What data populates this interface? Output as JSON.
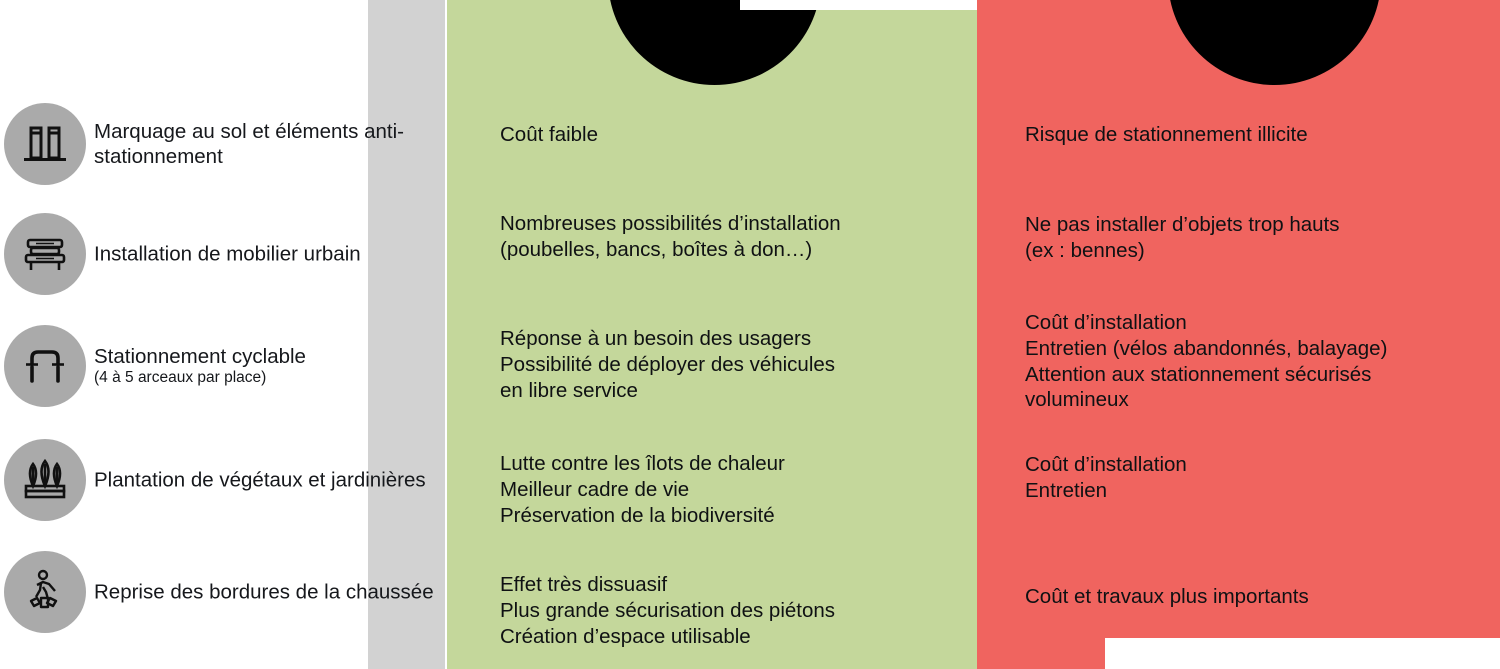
{
  "layout": {
    "columns": [
      {
        "id": "measures",
        "color": "#dcdcdc"
      },
      {
        "id": "pros",
        "color": "#c4d79b"
      },
      {
        "id": "cons",
        "color": "#f0645f"
      }
    ],
    "badge_color": "#aaaaaa",
    "circle_color": "#000000",
    "text_color": "#16181c"
  },
  "measures": {
    "items": [
      {
        "icon": "bollards-icon",
        "title": "Marquage au sol et éléments anti-stationnement",
        "sub": ""
      },
      {
        "icon": "bench-icon",
        "title": "Installation de mobilier urbain",
        "sub": ""
      },
      {
        "icon": "bike-rack-icon",
        "title": "Stationnement cyclable",
        "sub": "(4 à 5 arceaux par place)"
      },
      {
        "icon": "plants-icon",
        "title": "Plantation de végétaux et jardinières",
        "sub": ""
      },
      {
        "icon": "pedestrian-crossing-icon",
        "title": "Reprise des bordures de la chaussée",
        "sub": ""
      }
    ]
  },
  "pros": {
    "icon": "thumbs-up-icon",
    "blocks": [
      "Coût faible",
      "Nombreuses possibilités d’installation\n(poubelles, bancs, boîtes à don…)",
      "Réponse à un besoin des usagers\nPossibilité de déployer des véhicules\nen libre service",
      "Lutte contre les îlots de chaleur\nMeilleur cadre de vie\nPréservation de la biodiversité",
      "Effet très dissuasif\nPlus grande sécurisation des piétons\nCréation d’espace utilisable"
    ]
  },
  "cons": {
    "icon": "thumbs-down-icon",
    "blocks": [
      "Risque de stationnement illicite",
      "Ne pas installer d’objets trop hauts\n(ex : bennes)",
      "Coût d’installation\nEntretien (vélos abandonnés, balayage)\nAttention aux stationnement sécurisés\nvolumineux",
      "Coût d’installation\nEntretien",
      "Coût et travaux plus importants"
    ]
  }
}
